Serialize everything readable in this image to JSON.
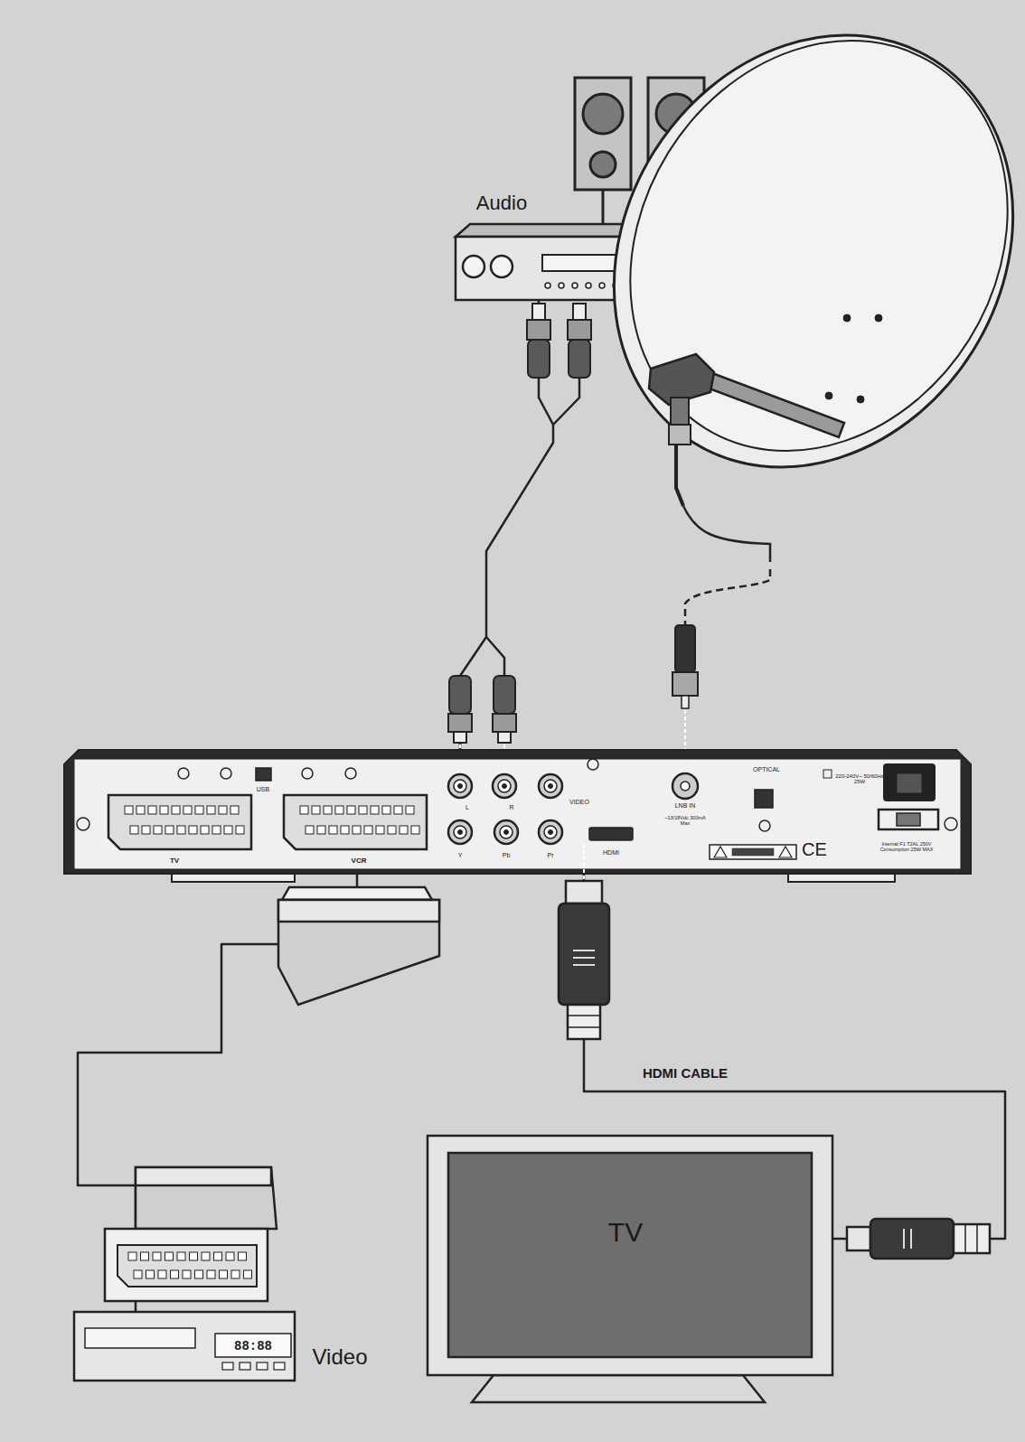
{
  "diagram": {
    "nodes": [
      {
        "text": [
          "Audio"
        ]
      },
      {
        "text": [
          "USB",
          "TV",
          "VCR",
          "L",
          "R",
          "VIDEO",
          "Y",
          "Pb",
          "Pr",
          "HDMI",
          "LNB IN",
          "~13/18Vdc 300mA Max",
          "OPTICAL",
          "220-240V~ 50/60Hz 25W",
          "CE",
          "Internal F1 T2AL 250V Consumption 25W MAX"
        ]
      },
      {
        "text": [
          "Video",
          "88:88"
        ]
      },
      {
        "text": [
          "TV"
        ]
      }
    ],
    "edges": [
      {
        "from": 1,
        "to": 0,
        "arrow": "none"
      },
      {
        "from": 1,
        "to": 2,
        "arrow": "none"
      },
      {
        "from": 1,
        "to": 3,
        "label": "HDMI CABLE",
        "arrow": "none"
      }
    ]
  }
}
